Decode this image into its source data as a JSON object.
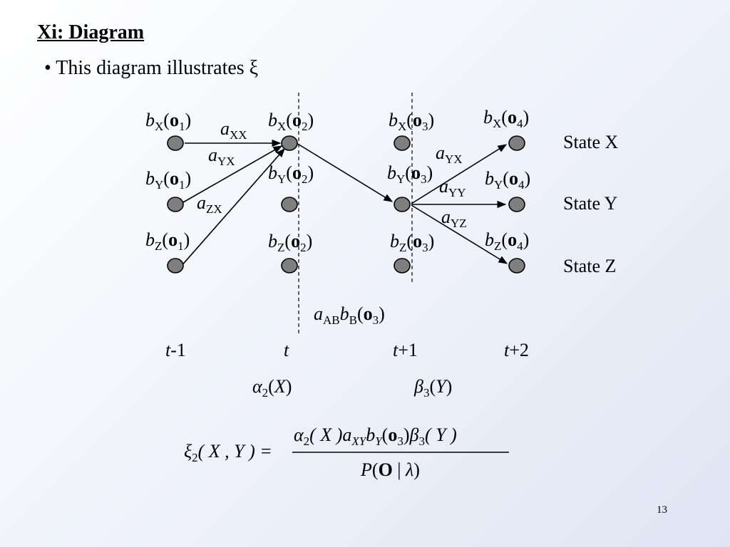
{
  "slide": {
    "title": "Xi: Diagram",
    "bullet": "• This diagram illustrates ξ",
    "page_number": "13"
  },
  "states": [
    "State X",
    "State Y",
    "State Z"
  ],
  "times": [
    "-1",
    "t",
    "+1",
    "+2"
  ],
  "time_prefix": "t",
  "emissions": {
    "b": "b",
    "o": "o",
    "open": "(",
    "close": ")",
    "col1": [
      "1",
      "1",
      "1"
    ],
    "col2": [
      "2",
      "2",
      "2"
    ],
    "col3": [
      "3",
      "3",
      "3"
    ],
    "col4": [
      "4",
      "4",
      "4"
    ],
    "state_subs": [
      "X",
      "Y",
      "Z"
    ]
  },
  "transitions": {
    "a": "a",
    "left": [
      "XX",
      "YX",
      "ZX"
    ],
    "right": [
      "YX",
      "YY",
      "YZ"
    ]
  },
  "product_label": {
    "a_sub": "AB",
    "b_sub": "B",
    "o_sub": "3"
  },
  "alpha_label": {
    "symbol": "α",
    "sub": "2",
    "arg": "X"
  },
  "beta_label": {
    "symbol": "β",
    "sub": "3",
    "arg": "Y"
  },
  "formula": {
    "lhs_symbol": "ξ",
    "lhs_sub": "2",
    "lhs_args": "( X , Y ) =",
    "num_alpha": "α",
    "num_alpha_sub": "2",
    "num_alpha_arg": "( X )",
    "num_a_sub": "XY",
    "num_b_sub": "Y",
    "num_o_sub": "3",
    "num_beta": "β",
    "num_beta_sub": "3",
    "num_beta_arg": "( Y )",
    "den_P": "P",
    "den_O": "O",
    "den_bar": " | ",
    "den_lambda": "λ"
  },
  "colors": {
    "node_fill": "#7f7f7f",
    "line": "#000000"
  }
}
